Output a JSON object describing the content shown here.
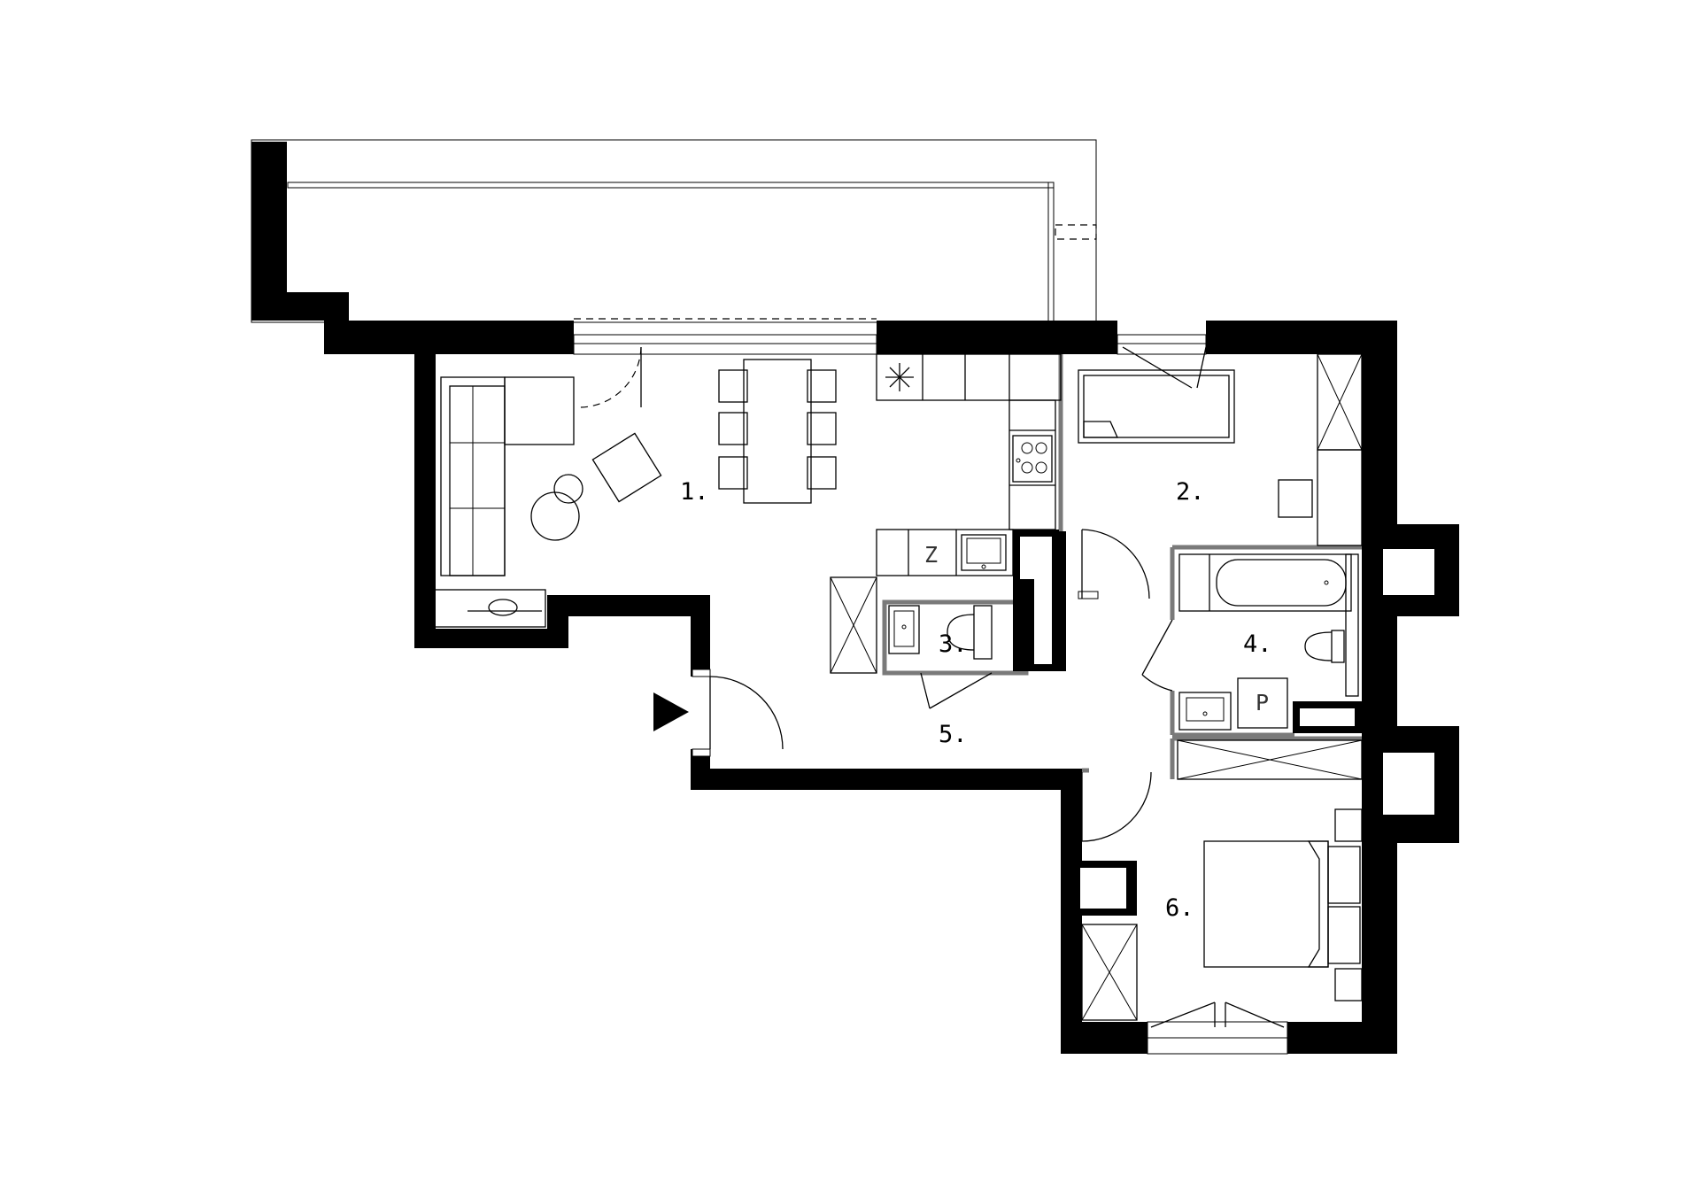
{
  "rooms": [
    {
      "id": "living",
      "label": "1."
    },
    {
      "id": "bedroom-small",
      "label": "2."
    },
    {
      "id": "wc",
      "label": "3."
    },
    {
      "id": "bathroom",
      "label": "4."
    },
    {
      "id": "hall",
      "label": "5."
    },
    {
      "id": "bedroom-main",
      "label": "6."
    }
  ],
  "fixtures": {
    "fridge_mark": "Z",
    "washer_mark": "P"
  },
  "colors": {
    "wall": "#000000",
    "partition": "#7a7a7a",
    "background": "#ffffff"
  },
  "icons": {
    "entrance": "entrance-arrow-icon",
    "extractor": "asterisk-icon"
  }
}
